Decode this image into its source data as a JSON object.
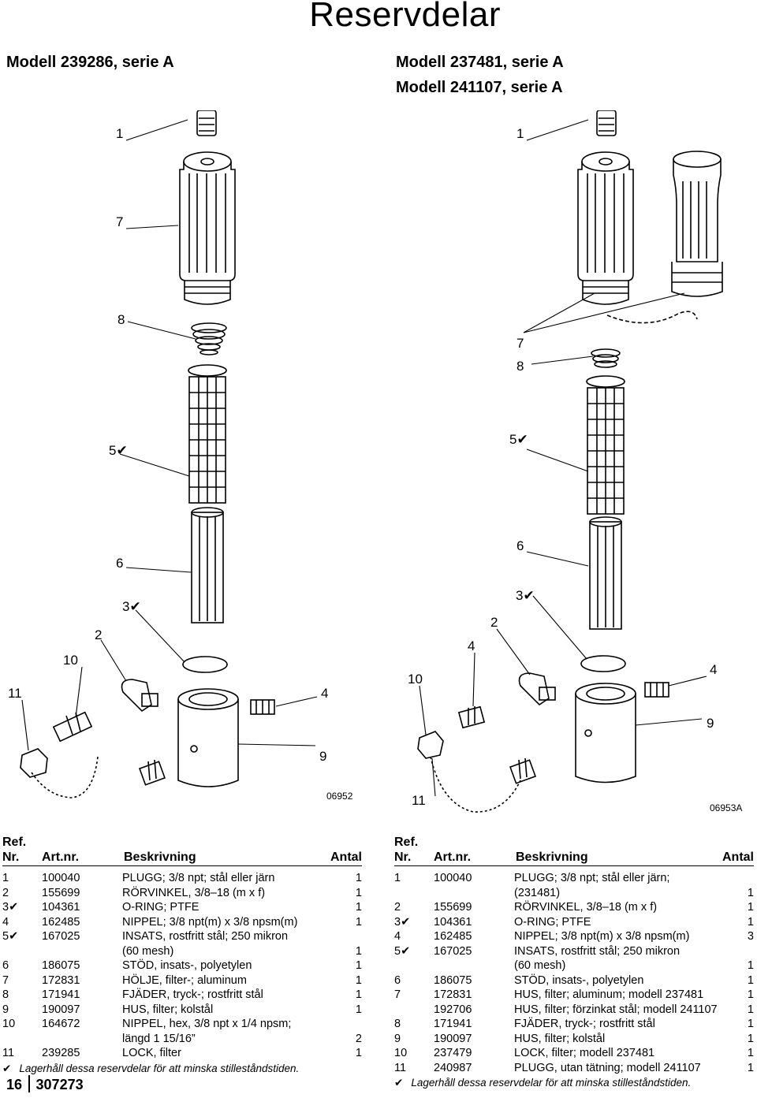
{
  "page_title": "Reservdelar",
  "left_model": "Modell 239286, serie A",
  "right_models": [
    "Modell 237481, serie A",
    "Modell 241107, serie A"
  ],
  "left_callouts": [
    "1",
    "7",
    "8",
    "5✔",
    "6",
    "3✔",
    "2",
    "10",
    "11",
    "4",
    "9"
  ],
  "right_callouts": [
    "1",
    "7",
    "8",
    "5✔",
    "6",
    "3✔",
    "2",
    "4",
    "10",
    "4",
    "9",
    "11"
  ],
  "left_fig_code": "06952",
  "right_fig_code": "06953A",
  "table_header": {
    "ref": "Ref.",
    "nr": "Nr.",
    "art": "Art.nr.",
    "desc": "Beskrivning",
    "qty": "Antal"
  },
  "left_parts": [
    {
      "ref": "1",
      "art": "100040",
      "desc": "PLUGG; 3/8 npt; stål eller järn",
      "qty": "1"
    },
    {
      "ref": "2",
      "art": "155699",
      "desc": "RÖRVINKEL, 3/8–18 (m x f)",
      "qty": "1"
    },
    {
      "ref": "3✔",
      "art": "104361",
      "desc": "O-RING; PTFE",
      "qty": "1"
    },
    {
      "ref": "4",
      "art": "162485",
      "desc": "NIPPEL; 3/8 npt(m) x 3/8 npsm(m)",
      "qty": "1"
    },
    {
      "ref": "5✔",
      "art": "167025",
      "desc": "INSATS, rostfritt stål; 250 mikron",
      "qty": ""
    },
    {
      "ref": "",
      "art": "",
      "desc": "(60 mesh)",
      "qty": "1"
    },
    {
      "ref": "6",
      "art": "186075",
      "desc": "STÖD, insats-, polyetylen",
      "qty": "1"
    },
    {
      "ref": "7",
      "art": "172831",
      "desc": "HÖLJE, filter-; aluminum",
      "qty": "1"
    },
    {
      "ref": "8",
      "art": "171941",
      "desc": "FJÄDER, tryck-; rostfritt stål",
      "qty": "1"
    },
    {
      "ref": "9",
      "art": "190097",
      "desc": "HUS, filter; kolstål",
      "qty": "1"
    },
    {
      "ref": "10",
      "art": "164672",
      "desc": "NIPPEL, hex, 3/8 npt x 1/4 npsm;",
      "qty": ""
    },
    {
      "ref": "",
      "art": "",
      "desc": "längd 1 15/16”",
      "qty": "2"
    },
    {
      "ref": "11",
      "art": "239285",
      "desc": "LOCK, filter",
      "qty": "1"
    }
  ],
  "right_parts": [
    {
      "ref": "1",
      "art": "100040",
      "desc": "PLUGG; 3/8 npt; stål eller järn;",
      "qty": ""
    },
    {
      "ref": "",
      "art": "",
      "desc": "(231481)",
      "qty": "1"
    },
    {
      "ref": "2",
      "art": "155699",
      "desc": "RÖRVINKEL, 3/8–18 (m x f)",
      "qty": "1"
    },
    {
      "ref": "3✔",
      "art": "104361",
      "desc": "O-RING; PTFE",
      "qty": "1"
    },
    {
      "ref": "4",
      "art": "162485",
      "desc": "NIPPEL; 3/8 npt(m) x 3/8 npsm(m)",
      "qty": "3"
    },
    {
      "ref": "5✔",
      "art": "167025",
      "desc": "INSATS, rostfritt stål; 250 mikron",
      "qty": ""
    },
    {
      "ref": "",
      "art": "",
      "desc": "(60 mesh)",
      "qty": "1"
    },
    {
      "ref": "6",
      "art": "186075",
      "desc": "STÖD, insats-, polyetylen",
      "qty": "1"
    },
    {
      "ref": "7",
      "art": "172831",
      "desc": "HUS, filter; aluminum; modell 237481",
      "qty": "1"
    },
    {
      "ref": "",
      "art": "192706",
      "desc": "HUS, filter; förzinkat stål; modell 241107",
      "qty": "1"
    },
    {
      "ref": "8",
      "art": "171941",
      "desc": "FJÄDER, tryck-; rostfritt stål",
      "qty": "1"
    },
    {
      "ref": "9",
      "art": "190097",
      "desc": "HUS, filter; kolstål",
      "qty": "1"
    },
    {
      "ref": "10",
      "art": "237479",
      "desc": "LOCK, filter; modell 237481",
      "qty": "1"
    },
    {
      "ref": "11",
      "art": "240987",
      "desc": "PLUGG, utan tätning; modell 241107",
      "qty": "1"
    }
  ],
  "note_mark": "✔",
  "note_text": "Lagerhåll dessa reservdelar för att minska stilleståndstiden.",
  "page_number": "16",
  "doc_number": "307273"
}
